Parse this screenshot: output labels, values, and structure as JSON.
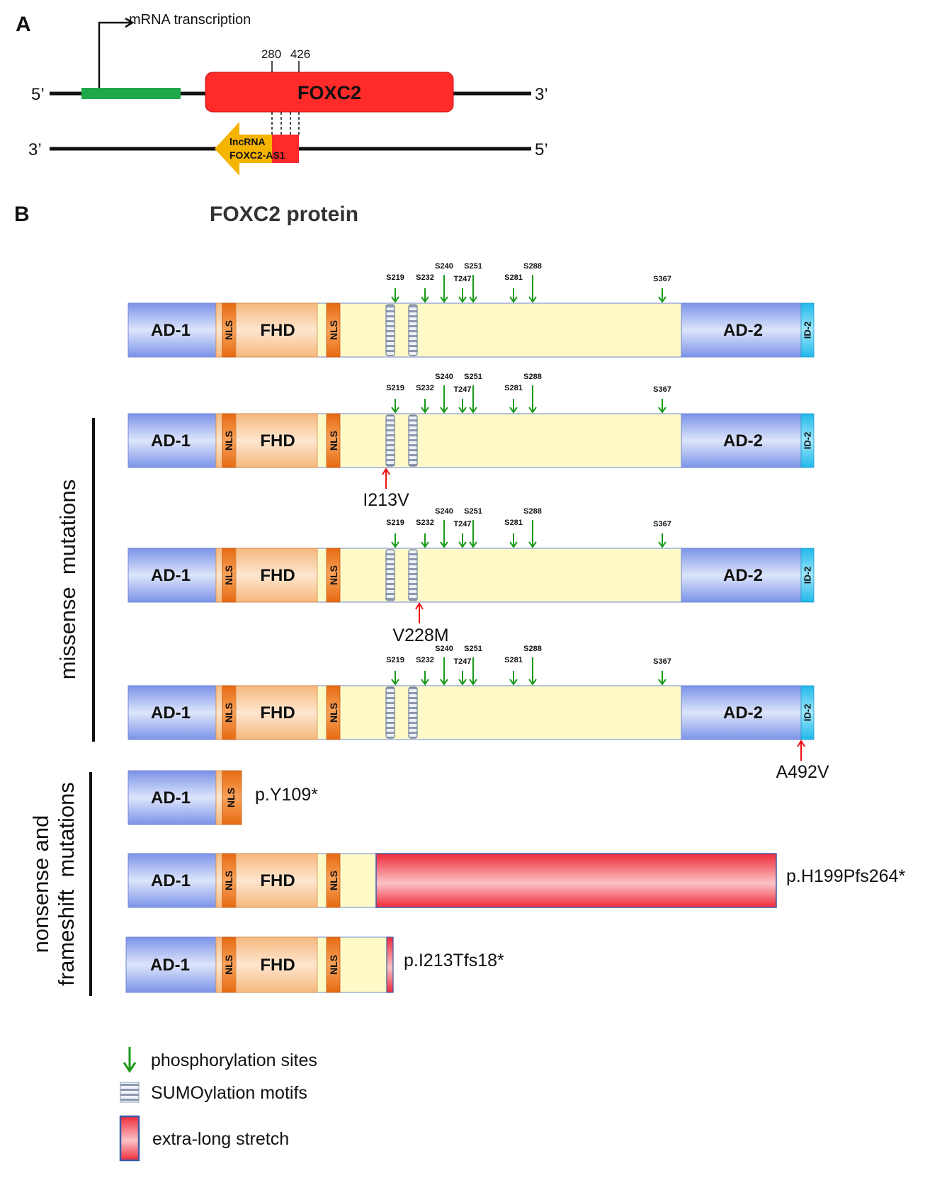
{
  "panel_a": {
    "letter": "A",
    "transcription_label": "mRNA transcription",
    "five_prime_top": "5’",
    "three_prime_top": "3’",
    "three_prime_bottom": "3’",
    "five_prime_bottom": "5’",
    "gene_name": "FOXC2",
    "pos_280": "280",
    "pos_426": "426",
    "lnc_line1": "lncRNA",
    "lnc_line2": "FOXC2-AS1"
  },
  "panel_b": {
    "letter": "B",
    "title": "FOXC2 protein",
    "missense_label": "missense  mutations",
    "nonsense_line1": "nonsense and",
    "nonsense_line2": "frameshift  mutations"
  },
  "domains": {
    "ad1": "AD-1",
    "nls": "NLS",
    "fhd": "FHD",
    "ad2": "AD-2",
    "id2": "ID-2"
  },
  "phospho_sites": [
    "S219",
    "S232",
    "S240",
    "T247",
    "S251",
    "S281",
    "S288",
    "S367"
  ],
  "mutations": {
    "i213v": "I213V",
    "v228m": "V228M",
    "a492v": "A492V",
    "y109": "p.Y109*",
    "h199": "p.H199Pfs264*",
    "i213t": "p.I213Tfs18*"
  },
  "legend": {
    "phospho": "phosphorylation sites",
    "sumo": "SUMOylation motifs",
    "extra": "extra-long stretch"
  },
  "colors": {
    "gene_red": "#ff2a2a",
    "promoter_green": "#1fa84a",
    "lnc_orange": "#f5b400",
    "arrow_green": "#1a9a1a",
    "arrow_red": "#ee1111"
  }
}
